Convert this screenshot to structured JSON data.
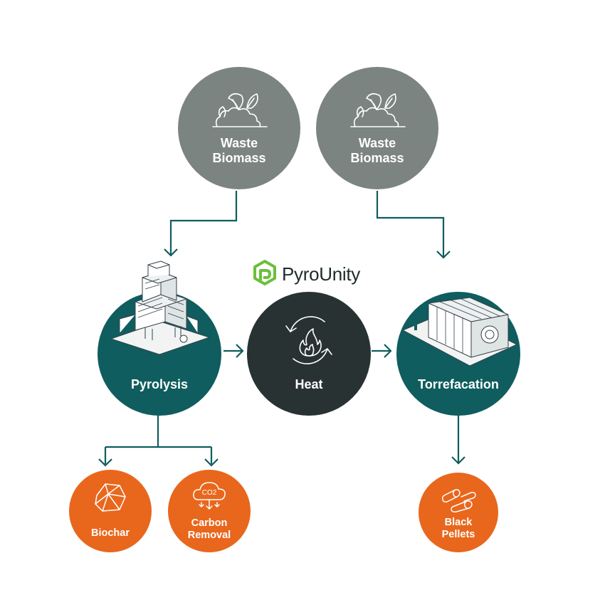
{
  "colors": {
    "gray_node": "#7c8482",
    "teal_node": "#0f5d5e",
    "dark_node": "#293233",
    "orange_node": "#e8671d",
    "connector": "#0f5d5e",
    "brand_green": "#6cbf3a"
  },
  "brand": {
    "name": "PyroUnity",
    "icon": "pyrounity-logo-icon"
  },
  "nodes": {
    "waste_biomass_1": {
      "line1": "Waste",
      "line2": "Biomass",
      "icon": "biomass-leaves-icon"
    },
    "waste_biomass_2": {
      "line1": "Waste",
      "line2": "Biomass",
      "icon": "biomass-leaves-icon"
    },
    "pyrolysis": {
      "label": "Pyrolysis",
      "icon": "pyrolysis-plant-illustration"
    },
    "heat": {
      "label": "Heat",
      "icon": "flame-cycle-icon"
    },
    "torrefaction": {
      "label": "Torrefacation",
      "icon": "torrefaction-container-illustration"
    },
    "biochar": {
      "label": "Biochar",
      "icon": "biochar-rock-icon"
    },
    "carbon_removal": {
      "line1": "Carbon",
      "line2": "Removal",
      "icon": "co2-cloud-icon",
      "icon_text": "CO2"
    },
    "black_pellets": {
      "line1": "Black",
      "line2": "Pellets",
      "icon": "pellets-icon"
    }
  }
}
